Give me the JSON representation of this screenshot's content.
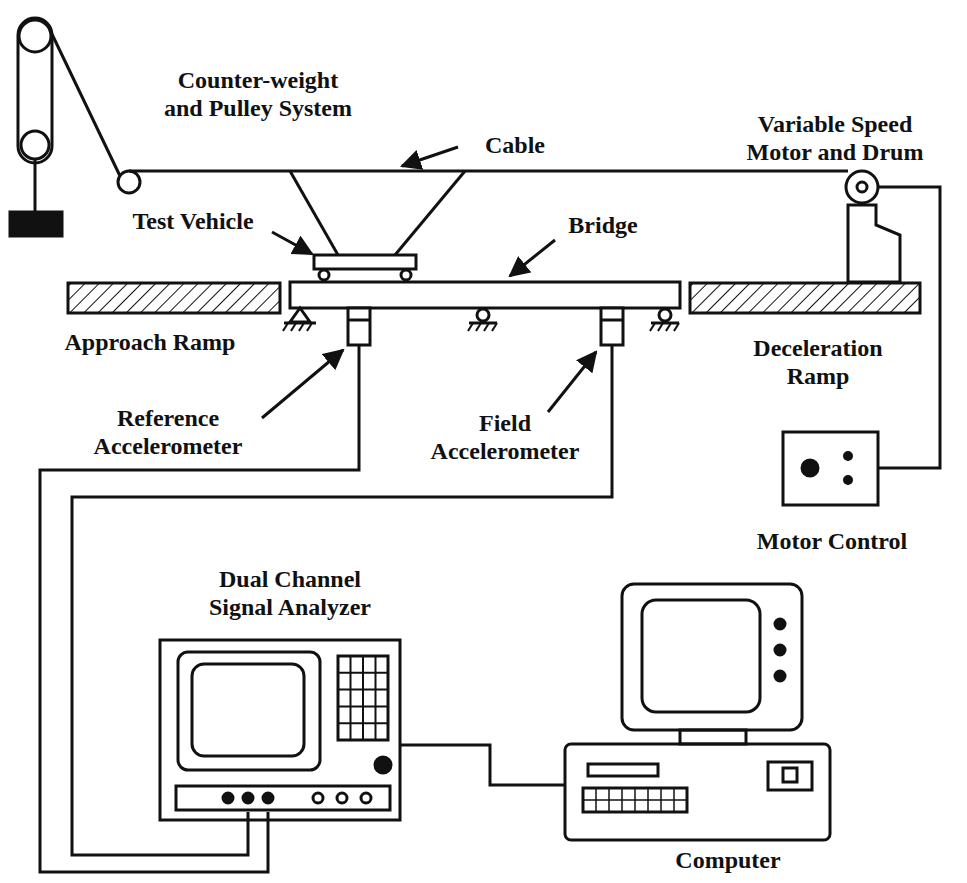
{
  "diagram": {
    "labels": [
      "Counter-weight and Pulley System",
      "Cable",
      "Variable Speed Motor and Drum",
      "Test Vehicle",
      "Bridge",
      "Approach Ramp",
      "Deceleration Ramp",
      "Reference Accelerometer",
      "Field Accelerometer",
      "Motor Control",
      "Dual Channel Signal Analyzer",
      "Computer"
    ]
  }
}
